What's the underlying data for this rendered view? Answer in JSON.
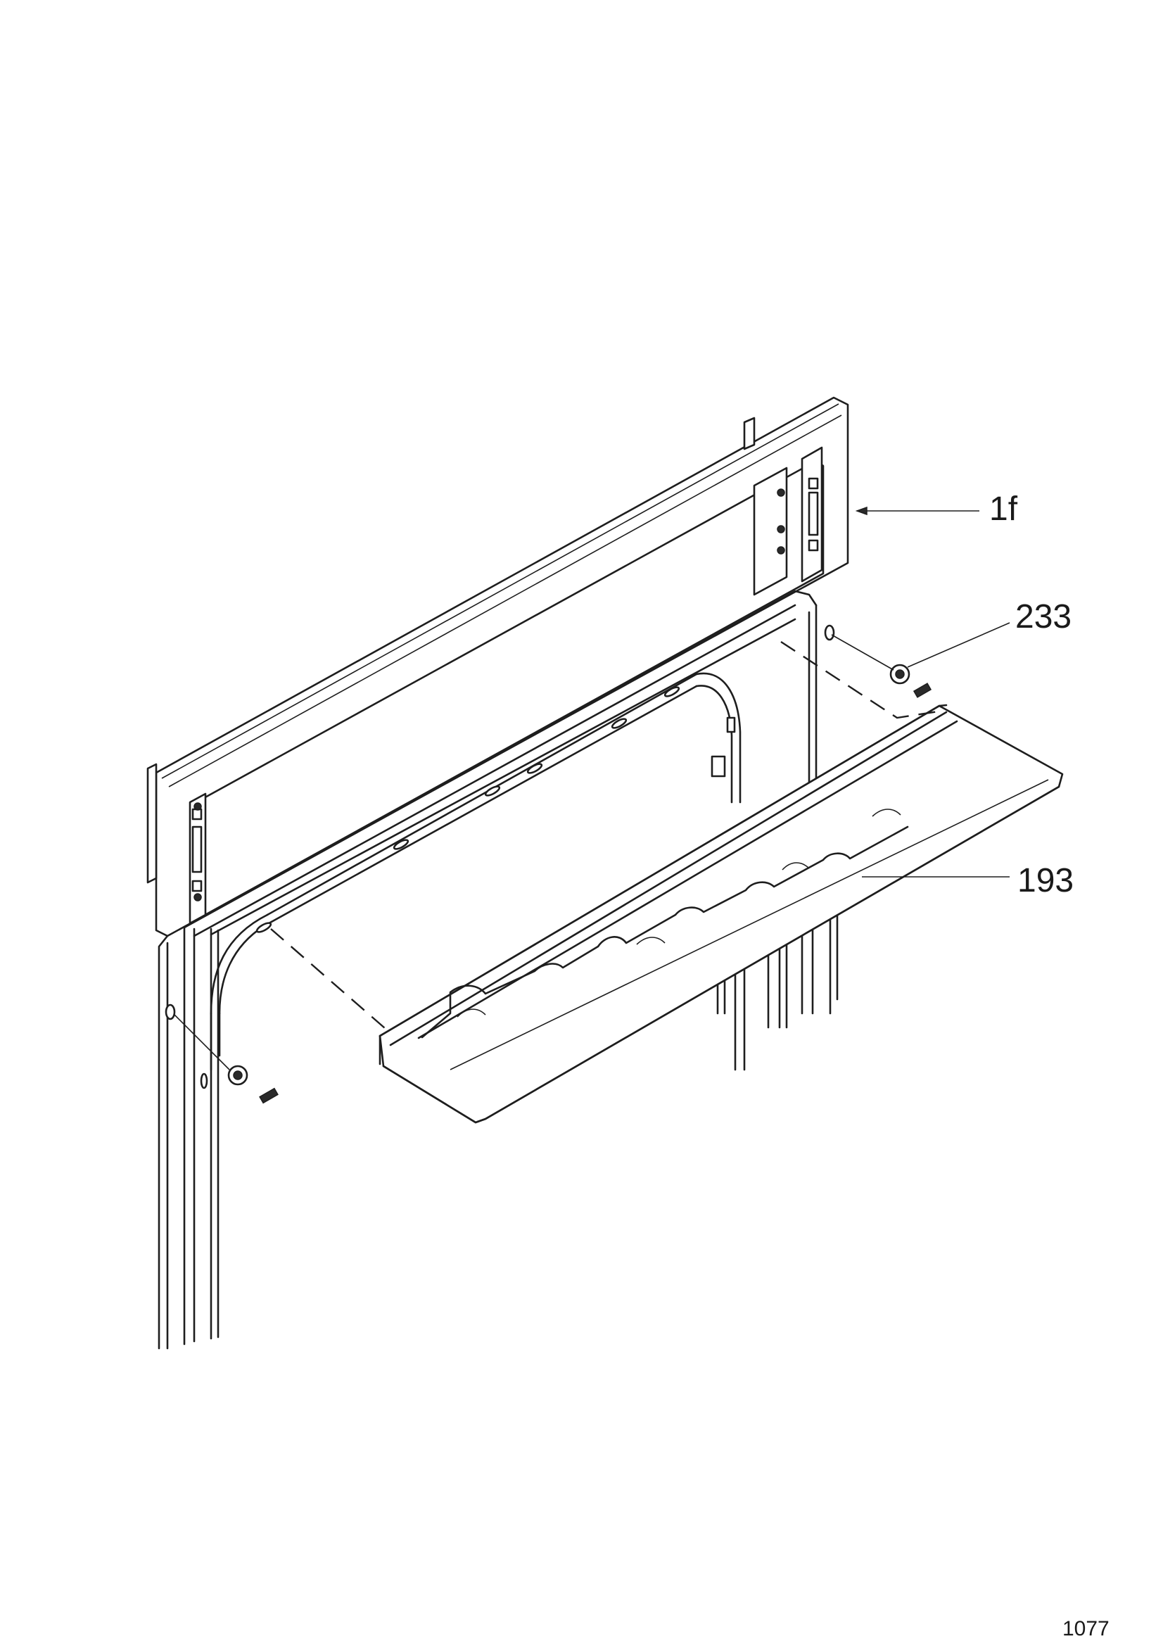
{
  "callouts": {
    "frame": "1f",
    "nut": "233",
    "deflector": "193"
  },
  "page_number": "1077"
}
